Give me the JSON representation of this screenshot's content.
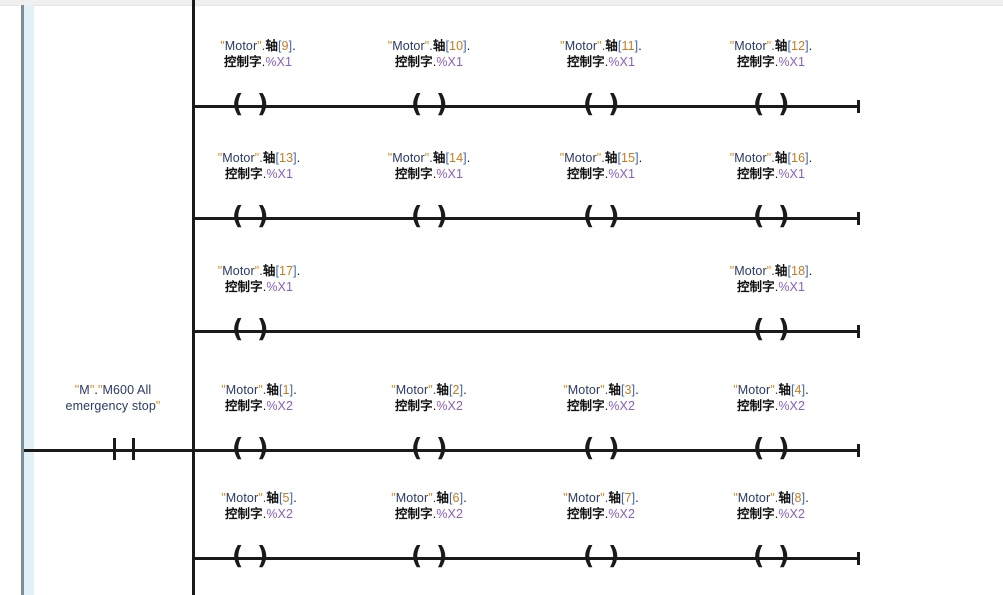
{
  "editor": {
    "type": "ladder-logic-network",
    "language": "LAD",
    "rail_color": "#1a1a1a",
    "gutter_color": "#e4f0f7",
    "gutter_line_color": "#7b8f99"
  },
  "tokens": {
    "quote": "\"",
    "db_name": "Motor",
    "member_sep": ".",
    "axis": "轴",
    "bracket_open": "[",
    "bracket_close": "]",
    "control_word": "控制字",
    "m_db": "M",
    "colors": {
      "quote": "#e08a14",
      "db_name": "#2b3a67",
      "chinese": "#101010",
      "bracket": "#3b66b0",
      "index": "#c77a20",
      "percent_bit": "#8a5fbe"
    }
  },
  "emergency_contact": {
    "name": "emergency-stop-contact",
    "line1": "\"M\".\"M600 All",
    "line2": "emergency stop\"",
    "type": "normally-open-contact"
  },
  "rungs": [
    {
      "id": "rung-1",
      "bit": "%X1",
      "coils": [
        {
          "index": "9",
          "line1_pre": "\"Motor\".",
          "line1_axis": "轴",
          "line1_idx": "[9].",
          "line2_word": "控制字.",
          "line2_bit": "%X1"
        },
        {
          "index": "10",
          "line1_pre": "\"Motor\".",
          "line1_axis": "轴",
          "line1_idx": "[10].",
          "line2_word": "控制字.",
          "line2_bit": "%X1"
        },
        {
          "index": "11",
          "line1_pre": "\"Motor\".",
          "line1_axis": "轴",
          "line1_idx": "[11].",
          "line2_word": "控制字.",
          "line2_bit": "%X1"
        },
        {
          "index": "12",
          "line1_pre": "\"Motor\".",
          "line1_axis": "轴",
          "line1_idx": "[12].",
          "line2_word": "控制字.",
          "line2_bit": "%X1"
        }
      ]
    },
    {
      "id": "rung-2",
      "bit": "%X1",
      "coils": [
        {
          "index": "13",
          "line1_pre": "\"Motor\".",
          "line1_axis": "轴",
          "line1_idx": "[13].",
          "line2_word": "控制字.",
          "line2_bit": "%X1"
        },
        {
          "index": "14",
          "line1_pre": "\"Motor\".",
          "line1_axis": "轴",
          "line1_idx": "[14].",
          "line2_word": "控制字.",
          "line2_bit": "%X1"
        },
        {
          "index": "15",
          "line1_pre": "\"Motor\".",
          "line1_axis": "轴",
          "line1_idx": "[15].",
          "line2_word": "控制字.",
          "line2_bit": "%X1"
        },
        {
          "index": "16",
          "line1_pre": "\"Motor\".",
          "line1_axis": "轴",
          "line1_idx": "[16].",
          "line2_word": "控制字.",
          "line2_bit": "%X1"
        }
      ]
    },
    {
      "id": "rung-3",
      "bit": "%X1",
      "coils": [
        {
          "index": "17",
          "line1_pre": "\"Motor\".",
          "line1_axis": "轴",
          "line1_idx": "[17].",
          "line2_word": "控制字.",
          "line2_bit": "%X1"
        },
        {
          "index": "18",
          "line1_pre": "\"Motor\".",
          "line1_axis": "轴",
          "line1_idx": "[18].",
          "line2_word": "控制字.",
          "line2_bit": "%X1"
        }
      ]
    },
    {
      "id": "rung-4",
      "bit": "%X2",
      "coils": [
        {
          "index": "1",
          "line1_pre": "\"Motor\".",
          "line1_axis": "轴",
          "line1_idx": "[1].",
          "line2_word": "控制字.",
          "line2_bit": "%X2"
        },
        {
          "index": "2",
          "line1_pre": "\"Motor\".",
          "line1_axis": "轴",
          "line1_idx": "[2].",
          "line2_word": "控制字.",
          "line2_bit": "%X2"
        },
        {
          "index": "3",
          "line1_pre": "\"Motor\".",
          "line1_axis": "轴",
          "line1_idx": "[3].",
          "line2_word": "控制字.",
          "line2_bit": "%X2"
        },
        {
          "index": "4",
          "line1_pre": "\"Motor\".",
          "line1_axis": "轴",
          "line1_idx": "[4].",
          "line2_word": "控制字.",
          "line2_bit": "%X2"
        }
      ]
    },
    {
      "id": "rung-5",
      "bit": "%X2",
      "coils": [
        {
          "index": "5",
          "line1_pre": "\"Motor\".",
          "line1_axis": "轴",
          "line1_idx": "[5].",
          "line2_word": "控制字.",
          "line2_bit": "%X2"
        },
        {
          "index": "6",
          "line1_pre": "\"Motor\".",
          "line1_axis": "轴",
          "line1_idx": "[6].",
          "line2_word": "控制字.",
          "line2_bit": "%X2"
        },
        {
          "index": "7",
          "line1_pre": "\"Motor\".",
          "line1_axis": "轴",
          "line1_idx": "[7].",
          "line2_word": "控制字.",
          "line2_bit": "%X2"
        },
        {
          "index": "8",
          "line1_pre": "\"Motor\".",
          "line1_axis": "轴",
          "line1_idx": "[8].",
          "line2_word": "控制字.",
          "line2_bit": "%X2"
        }
      ]
    }
  ]
}
